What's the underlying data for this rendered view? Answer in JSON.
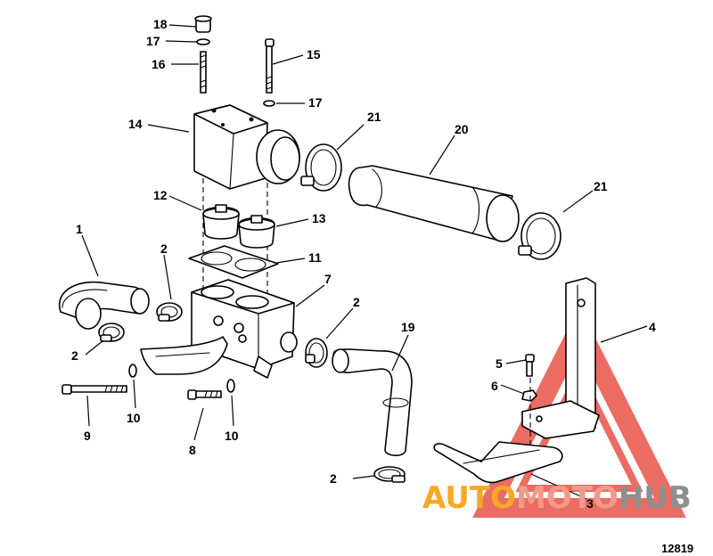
{
  "figure_number": "12819",
  "watermark": {
    "word1": "AUTO",
    "word2": "MOTO",
    "word3": "HUB",
    "colors": {
      "auto": "#f7a823",
      "moto": "#f09a8a",
      "hub": "#8f8f8f",
      "triangle": "#e33b30"
    }
  },
  "callouts": {
    "c1": "1",
    "c2a": "2",
    "c2b": "2",
    "c2c": "2",
    "c2d": "2",
    "c3": "3",
    "c4": "4",
    "c5": "5",
    "c6": "6",
    "c7": "7",
    "c8": "8",
    "c9": "9",
    "c10a": "10",
    "c10b": "10",
    "c11": "11",
    "c12": "12",
    "c13": "13",
    "c14": "14",
    "c15": "15",
    "c16": "16",
    "c17a": "17",
    "c17b": "17",
    "c18": "18",
    "c19": "19",
    "c20": "20",
    "c21a": "21",
    "c21b": "21"
  }
}
